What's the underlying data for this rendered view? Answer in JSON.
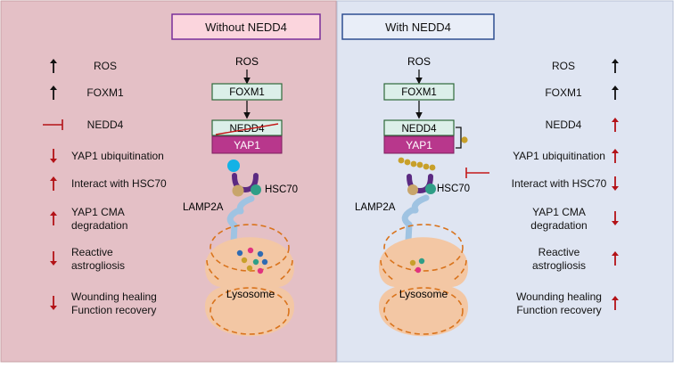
{
  "panels": {
    "left": {
      "title": "Without NEDD4",
      "side_labels": [
        "ROS",
        "FOXM1",
        "NEDD4",
        "YAP1 ubiquitination",
        "Interact with HSC70",
        [
          "YAP1 CMA",
          "degradation"
        ],
        [
          "Reactive",
          "astrogliosis"
        ],
        [
          "Wounding healing",
          "Function recovery"
        ]
      ],
      "side_marks": [
        "up-black",
        "up-black",
        "inhibit",
        "down-red",
        "up-red",
        "up-red",
        "down-red",
        "down-red"
      ]
    },
    "right": {
      "title": "With NEDD4",
      "side_labels": [
        "ROS",
        "FOXM1",
        "NEDD4",
        "YAP1 ubiquitination",
        "Interact with HSC70",
        [
          "YAP1 CMA",
          "degradation"
        ],
        [
          "Reactive",
          "astrogliosis"
        ],
        [
          "Wounding healing",
          "Function recovery"
        ]
      ],
      "side_marks": [
        "up-black",
        "up-black",
        "up-red",
        "up-red",
        "down-red",
        "down-red",
        "up-red",
        "up-red"
      ]
    }
  },
  "pathway": {
    "ros": "ROS",
    "foxm1": "FOXM1",
    "nedd4": "NEDD4",
    "yap1": "YAP1",
    "hsc70": "HSC70",
    "lamp2a": "LAMP2A",
    "lysosome": "Lysosome"
  },
  "colors": {
    "left_bg": "#e4c0c6",
    "right_bg": "#dfe5f2",
    "left_title_fill": "#fbd5dd",
    "left_title_border": "#7a2f9a",
    "right_title_border": "#2e4f91",
    "box_fill": "#dcefe9",
    "box_border": "#2f6a3a",
    "yap1_fill": "#b8378c",
    "arrow_red": "#b31217",
    "lysosome_fill": "#f3c7a4",
    "lysosome_border": "#d9731c",
    "ubiquitin": "#c8a02a",
    "hsc70": "#5b2a82",
    "lamp2a": "#9fc3e2"
  }
}
